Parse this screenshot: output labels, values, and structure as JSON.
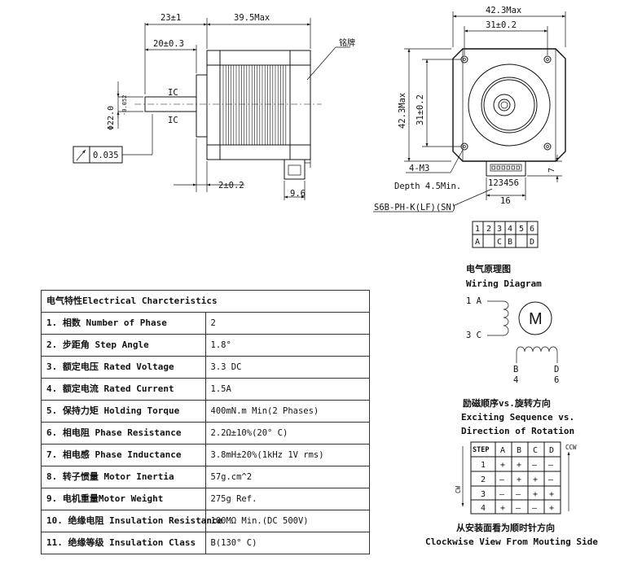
{
  "front_view": {
    "dim_top_left": "23±1",
    "dim_top_body": "39.5Max",
    "dim_boss": "20±0.3",
    "dim_shaft_diameter": "Φ22.0",
    "dim_shaft_tolerance": "-0.052",
    "ic_upper": "IC",
    "ic_lower": "IC",
    "nameplate_label": "铭牌",
    "runout_value": "0.035",
    "dim_bottom_left": "2±0.2",
    "dim_bottom_right": "9.6"
  },
  "side_view": {
    "dim_width_max": "42.3Max",
    "dim_hole_spacing": "31±0.2",
    "dim_height_max": "42.3Max",
    "dim_hole_spacing_vertical": "31±0.2",
    "dim_connector_offset": "7",
    "screw_label": "4-M3",
    "depth_label": "Depth 4.5Min.",
    "connector_pins": "123456",
    "dim_connector_width": "16",
    "connector_model": "S6B-PH-K(LF)(SN)"
  },
  "pin_map": {
    "pins": [
      "1",
      "2",
      "3",
      "4",
      "5",
      "6"
    ],
    "phases": [
      "A",
      "",
      "C",
      "B",
      "",
      "D"
    ]
  },
  "wiring": {
    "title_cn": "电气原理图",
    "title_en": "Wiring Diagram",
    "label_1a": "1 A",
    "label_3c": "3 C",
    "motor_symbol": "M",
    "label_b": "B",
    "label_d": "D",
    "label_4": "4",
    "label_6": "6"
  },
  "sequence": {
    "title_cn": "励磁顺序vs.旋转方向",
    "title_en_1": "Exciting Sequence vs.",
    "title_en_2": "Direction of Rotation",
    "headers": [
      "STEP",
      "A",
      "B",
      "C",
      "D"
    ],
    "rows": [
      [
        "1",
        "+",
        "+",
        "—",
        "—"
      ],
      [
        "2",
        "—",
        "+",
        "+",
        "—"
      ],
      [
        "3",
        "—",
        "—",
        "+",
        "+"
      ],
      [
        "4",
        "+",
        "—",
        "—",
        "+"
      ]
    ],
    "ccw_label": "CCW",
    "cw_label": "CW",
    "footer_cn": "从安装面看为顺时针方向",
    "footer_en": "Clockwise View From Mouting Side"
  },
  "electrical": {
    "title": "电气特性Electrical Charcteristics",
    "rows": [
      {
        "key": "1. 相数 Number of Phase",
        "value": "2"
      },
      {
        "key": "2. 步距角 Step Angle",
        "value": "1.8°"
      },
      {
        "key": "3. 额定电压 Rated Voltage",
        "value": "3.3 DC"
      },
      {
        "key": "4. 额定电流 Rated Current",
        "value": "1.5A"
      },
      {
        "key": "5. 保持力矩 Holding Torque",
        "value": "400mN.m Min(2 Phases)"
      },
      {
        "key": "6. 相电阻 Phase Resistance",
        "value": "2.2Ω±10%(20° C)"
      },
      {
        "key": "7. 相电感 Phase Inductance",
        "value": "3.8mH±20%(1kHz 1V rms)"
      },
      {
        "key": "8. 转子惯量 Motor Inertia",
        "value": "57g.cm^2"
      },
      {
        "key": "9. 电机重量Motor Weight",
        "value": "275g Ref."
      },
      {
        "key": "10. 绝缘电阻 Insulation Resistance",
        "value": "100MΩ Min.(DC 500V)"
      },
      {
        "key": "11. 绝缘等级 Insulation Class",
        "value": "B(130° C)"
      }
    ]
  }
}
